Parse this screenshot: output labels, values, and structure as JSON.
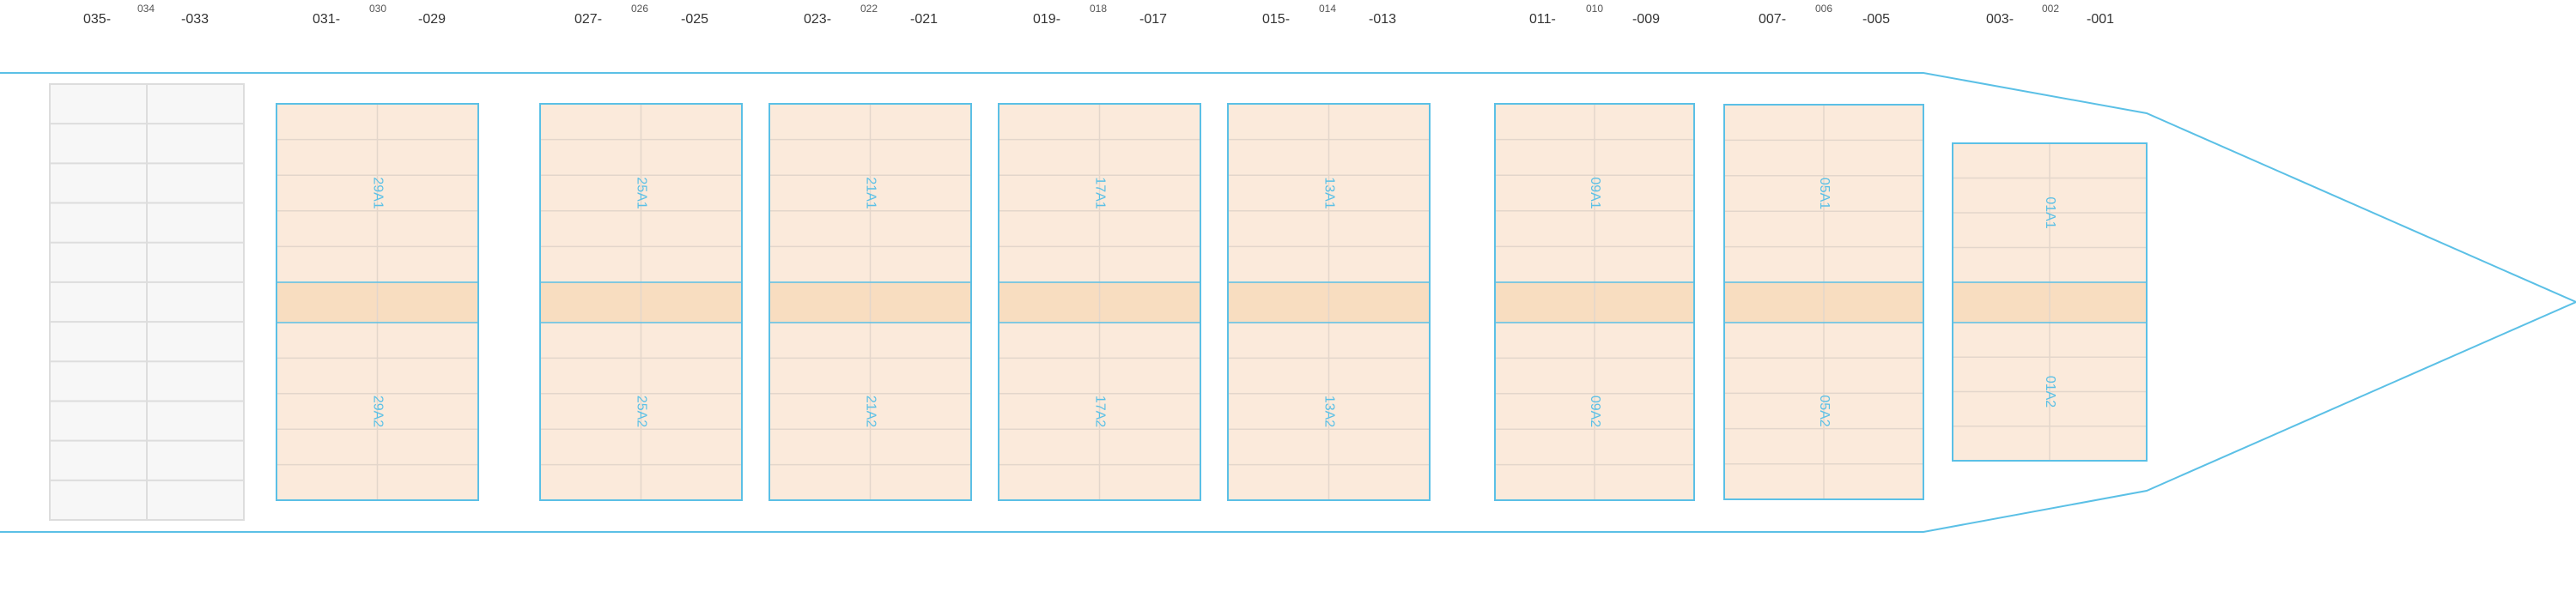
{
  "bay_labels": [
    {
      "left": "035",
      "center": "034",
      "right": "033"
    },
    {
      "left": "031",
      "center": "030",
      "right": "029"
    },
    {
      "left": "027",
      "center": "026",
      "right": "025"
    },
    {
      "left": "023",
      "center": "022",
      "right": "021"
    },
    {
      "left": "019",
      "center": "018",
      "right": "017"
    },
    {
      "left": "015",
      "center": "014",
      "right": "013"
    },
    {
      "left": "011",
      "center": "010",
      "right": "009"
    },
    {
      "left": "007",
      "center": "006",
      "right": "005"
    },
    {
      "left": "003",
      "center": "002",
      "right": "001"
    }
  ],
  "holds": [
    {
      "upper": "29A1",
      "lower": "29A2"
    },
    {
      "upper": "25A1",
      "lower": "25A2"
    },
    {
      "upper": "21A1",
      "lower": "21A2"
    },
    {
      "upper": "17A1",
      "lower": "17A2"
    },
    {
      "upper": "13A1",
      "lower": "13A2"
    },
    {
      "upper": "09A1",
      "lower": "09A2"
    },
    {
      "upper": "05A1",
      "lower": "05A2"
    },
    {
      "upper": "01A1",
      "lower": "01A2"
    }
  ],
  "colors": {
    "outline": "#5bc0e6",
    "hold_fill": "#fbeadb",
    "hatch_fill": "#f8ddc0",
    "grid_line": "#e3d6cb",
    "label_text": "#5bc0e6",
    "empty_fill": "#f7f7f7",
    "empty_line": "#dddddd"
  }
}
